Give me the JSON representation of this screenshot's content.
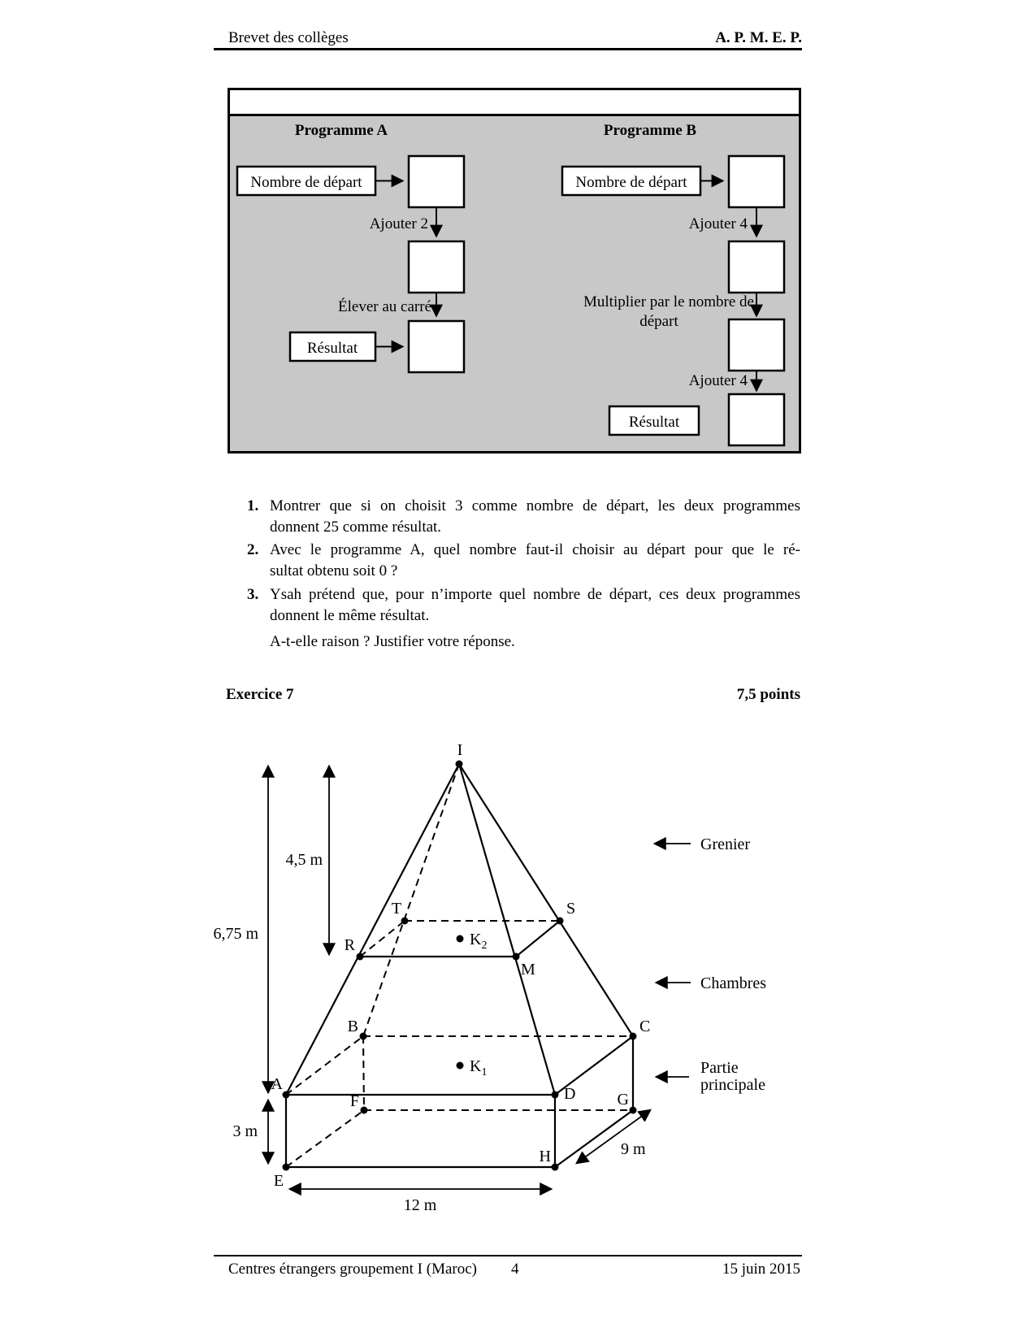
{
  "header": {
    "left": "Brevet des collèges",
    "right": "A. P. M. E. P."
  },
  "colors": {
    "flowchart_bg": "#c8c8c8",
    "line": "#000000"
  },
  "flowchart": {
    "programA": {
      "title": "Programme A",
      "input_label": "Nombre de départ",
      "step1_label": "Ajouter 2",
      "step2_label": "Élever au carré",
      "result_label": "Résultat"
    },
    "programB": {
      "title": "Programme B",
      "input_label": "Nombre de départ",
      "step1_label": "Ajouter 4",
      "step2_label_line1": "Multiplier par le nombre de",
      "step2_label_line2": "départ",
      "step3_label": "Ajouter 4",
      "result_label": "Résultat"
    }
  },
  "questions": {
    "items": [
      {
        "num": "1.",
        "lines": [
          "Montrer que si on choisit 3 comme nombre de départ, les deux programmes",
          "donnent 25 comme résultat."
        ]
      },
      {
        "num": "2.",
        "lines": [
          "Avec le programme A, quel nombre faut-il choisir au départ pour que le ré-",
          "sultat obtenu soit 0 ?"
        ]
      },
      {
        "num": "3.",
        "lines": [
          "Ysah prétend que, pour n’importe quel nombre de départ, ces deux programmes",
          "donnent le même résultat."
        ],
        "followup": "A-t-elle raison ? Justifier votre réponse."
      }
    ]
  },
  "exercise": {
    "title": "Exercice 7",
    "points": "7,5 points"
  },
  "figure": {
    "points": {
      "I": "I",
      "T": "T",
      "S": "S",
      "R": "R",
      "M": "M",
      "B": "B",
      "C": "C",
      "A": "A",
      "F": "F",
      "D": "D",
      "G": "G",
      "E": "E",
      "H": "H"
    },
    "k_label": "K",
    "k1_sub": "1",
    "k2_sub": "2",
    "dim_roof_height": "4,5 m",
    "dim_total_height": "6,75 m",
    "dim_wall_height": "3 m",
    "dim_length": "12 m",
    "dim_depth": "9 m",
    "label_attic": "Grenier",
    "label_rooms": "Chambres",
    "label_main_line1": "Partie",
    "label_main_line2": "principale"
  },
  "footer": {
    "left": "Centres étrangers groupement I (Maroc)",
    "page_number": "4",
    "right": "15 juin 2015"
  }
}
